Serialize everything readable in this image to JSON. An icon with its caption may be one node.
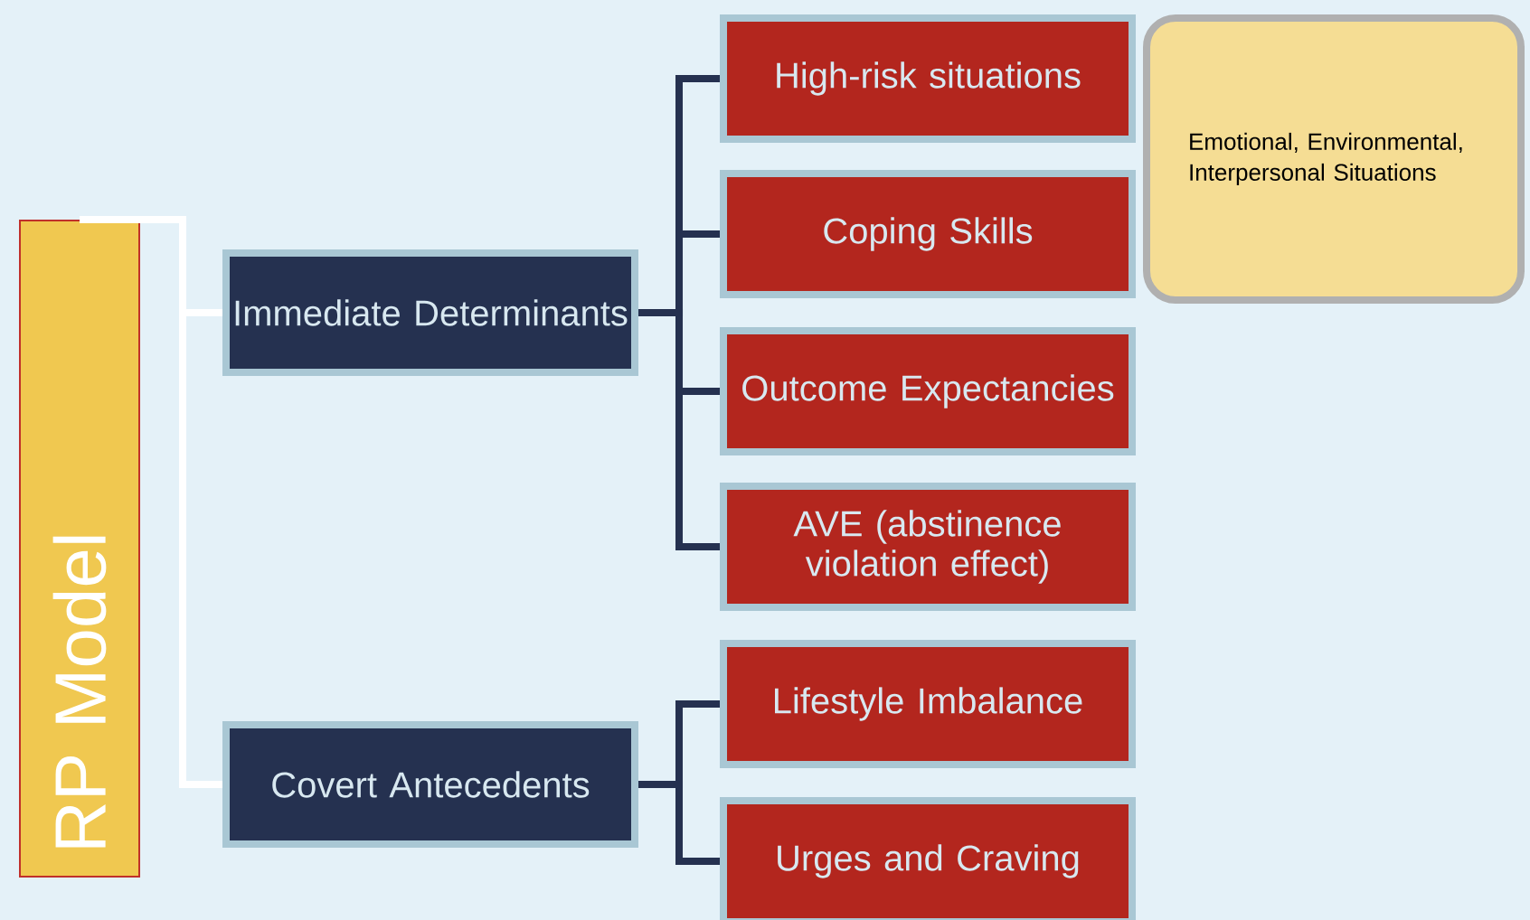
{
  "diagram": {
    "nodes": [
      {
        "text": [
          "RP Model"
        ]
      },
      {
        "text": [
          "Immediate Determinants"
        ]
      },
      {
        "text": [
          "Covert Antecedents"
        ]
      },
      {
        "text": [
          "High-risk situations"
        ]
      },
      {
        "text": [
          "Coping Skills"
        ]
      },
      {
        "text": [
          "Outcome Expectancies"
        ]
      },
      {
        "text": [
          "AVE (abstinence violation effect)"
        ]
      },
      {
        "text": [
          "Lifestyle Imbalance"
        ]
      },
      {
        "text": [
          "Urges and Craving"
        ]
      },
      {
        "text": [
          "Emotional, Environmental, Interpersonal Situations"
        ]
      }
    ],
    "edges": [
      {
        "from": 0,
        "to": 1,
        "arrow": "none",
        "color": "#ffffff"
      },
      {
        "from": 0,
        "to": 2,
        "arrow": "none",
        "color": "#ffffff"
      },
      {
        "from": 1,
        "to": 3,
        "arrow": "none"
      },
      {
        "from": 1,
        "to": 4,
        "arrow": "none"
      },
      {
        "from": 1,
        "to": 5,
        "arrow": "none"
      },
      {
        "from": 1,
        "to": 6,
        "arrow": "none"
      },
      {
        "from": 2,
        "to": 7,
        "arrow": "none"
      },
      {
        "from": 2,
        "to": 8,
        "arrow": "none"
      }
    ]
  }
}
